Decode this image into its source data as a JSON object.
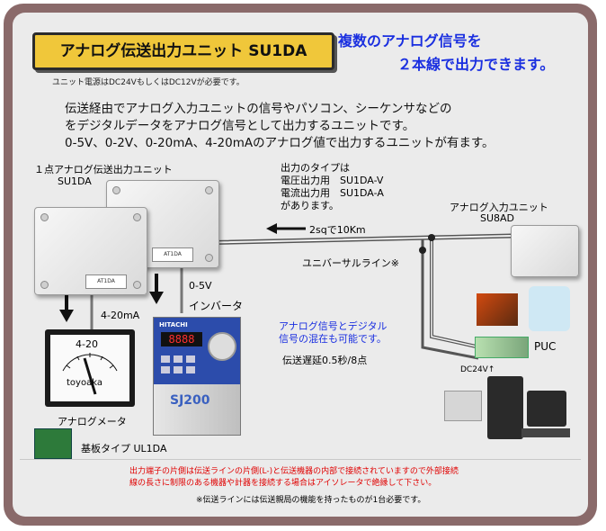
{
  "title": "アナログ伝送出力ユニット SU1DA",
  "supply_note": "ユニット電源はDC24VもしくはDC12Vが必要です。",
  "headline": [
    "複数のアナログ信号を",
    "２本線で出力できます。"
  ],
  "description": [
    "伝送経由でアナログ入力ユニットの信号やパソコン、シーケンサなどの",
    "をデジタルデータをアナログ信号として出力するユニットです。",
    "0-5V、0-2V、0-20mA、4-20mAのアナログ値で出力するユニットが有ます。"
  ],
  "unit_label": [
    "１点アナログ伝送出力ユニット",
    "SU1DA"
  ],
  "output_types": [
    "出力のタイプは",
    "電圧出力用　SU1DA-V",
    "電流出力用　SU1DA-A",
    "があります。"
  ],
  "analog_input_label": [
    "アナログ入力ユニット",
    "SU8AD"
  ],
  "line_length": "2sqで10Km",
  "universal_line": "ユニバーサルライン※",
  "signal_05v": "0-5V",
  "inverter_label": "インバータ",
  "signal_420": "4-20mA",
  "mix_note": [
    "アナログ信号とデジタル",
    "信号の混在も可能です。"
  ],
  "delay": "伝送遅延0.5秒/8点",
  "dc24v": "DC24V↑",
  "puc": "PUC",
  "meter_scale": "4-20",
  "meter_brand": "toyoaka",
  "meter_label": "アナログメータ",
  "board_label": "基板タイプ UL1DA",
  "plate_text": "AT1DA",
  "inverter_brand": "HITACHI",
  "inverter_model": "SJ200",
  "inverter_display": "8888",
  "warning": [
    "出力端子の片側は伝送ラインの片側(L-)と伝送機器の内部で接続されていますので外部接続",
    "線の長さに制限のある機器や計器を接続する場合はアイソレータで絶縁して下さい。"
  ],
  "footnote": "※伝送ラインには伝送親局の機能を持ったものが1台必要です。",
  "colors": {
    "frame": "#8a6a6a",
    "title_bg": "#f0c73a",
    "headline": "#1a2fe0",
    "warning": "#e00000"
  }
}
